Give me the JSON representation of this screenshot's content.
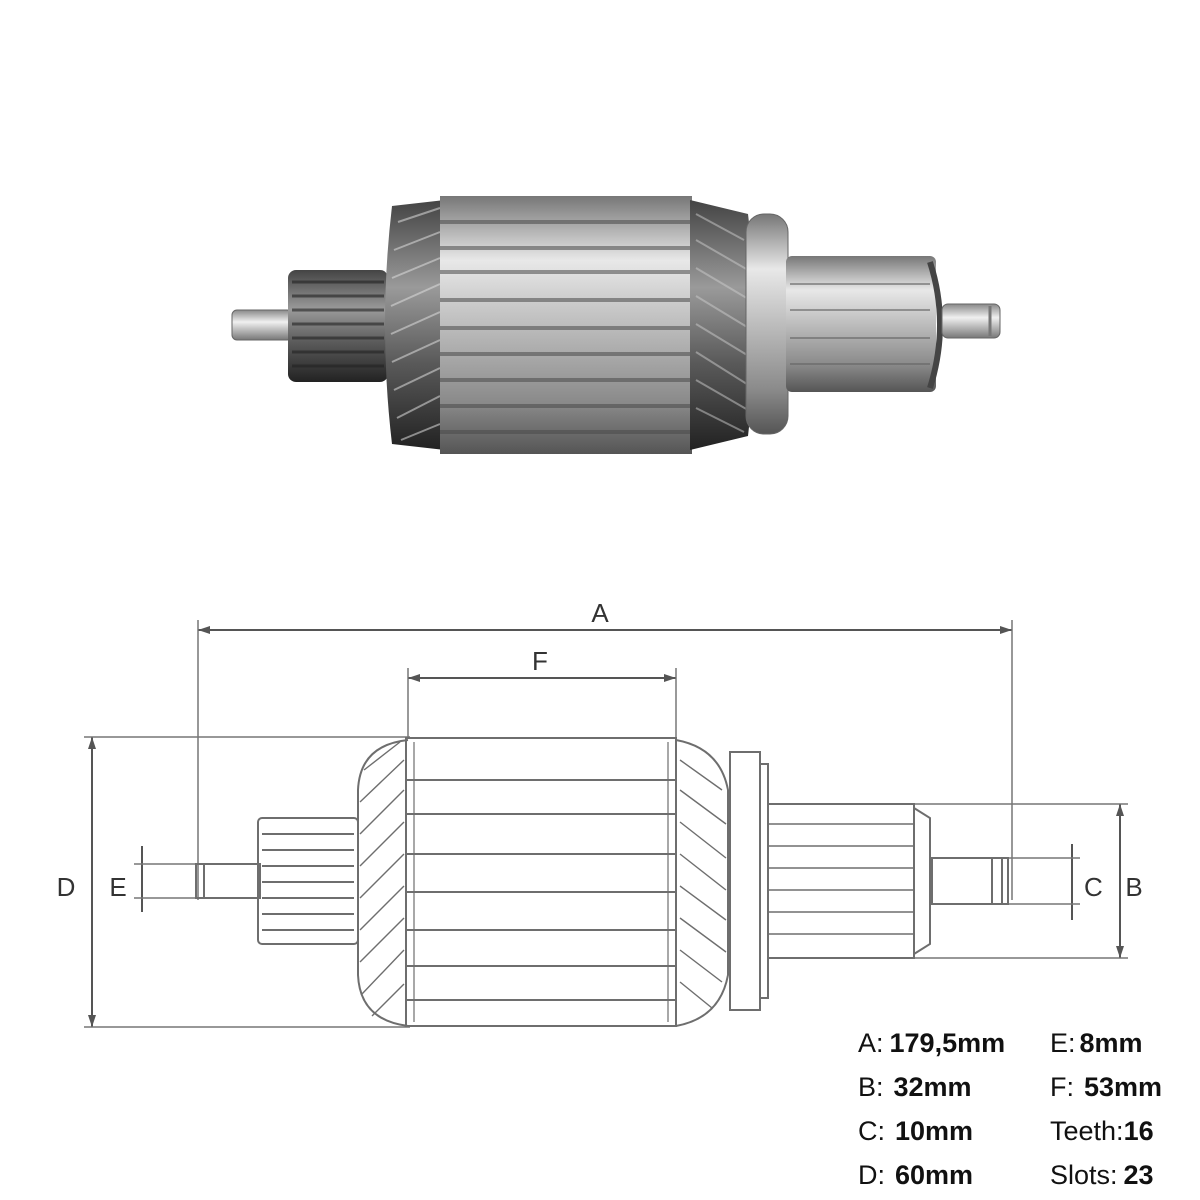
{
  "dimension_labels": {
    "a": "A",
    "b": "B",
    "c": "C",
    "d": "D",
    "e": "E",
    "f": "F"
  },
  "specs": {
    "a": {
      "key": "A:",
      "value": "179,5mm"
    },
    "b": {
      "key": "B:",
      "value": "32mm"
    },
    "c": {
      "key": "C:",
      "value": "10mm"
    },
    "d": {
      "key": "D:",
      "value": "60mm"
    },
    "e": {
      "key": "E:",
      "value": "8mm"
    },
    "f": {
      "key": "F:",
      "value": "53mm"
    },
    "teeth": {
      "key": "Teeth:",
      "value": "16"
    },
    "slots": {
      "key": "Slots:",
      "value": "23"
    }
  },
  "colors": {
    "line": "#6e6e6e",
    "dim": "#555555",
    "metal_light": "#d9d9d9",
    "metal_dark": "#3a3a3a"
  }
}
